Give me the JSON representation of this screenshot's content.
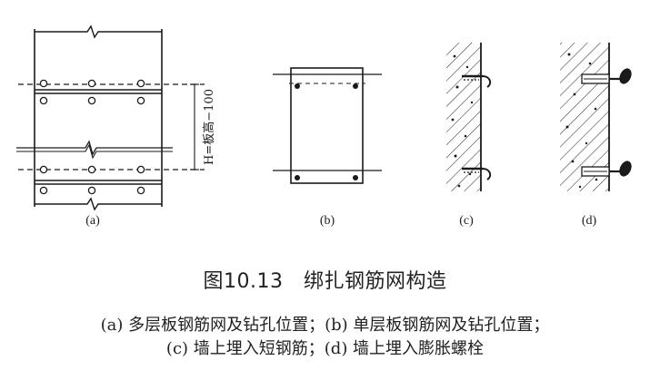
{
  "figure": {
    "title": "图10.13　绑扎钢筋网构造",
    "caption_line_1": "(a) 多层板钢筋网及钻孔位置；(b) 单层板钢筋网及钻孔位置；",
    "caption_line_2": "(c) 墙上埋入短钢筋；(d) 墙上埋入膨胀螺栓",
    "dimension_label": "H=板高−100",
    "panels": [
      {
        "id": "a",
        "label": "(a)"
      },
      {
        "id": "b",
        "label": "(b)"
      },
      {
        "id": "c",
        "label": "(c)"
      },
      {
        "id": "d",
        "label": "(d)"
      }
    ]
  }
}
